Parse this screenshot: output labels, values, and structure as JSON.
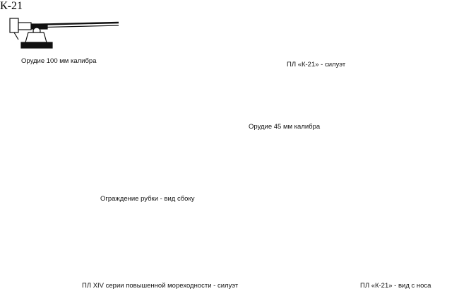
{
  "captions": {
    "gun_100": "Орудие 100 мм калибра",
    "k21_silhouette": "ПЛ «К-21» - силуэт",
    "gun_45": "Орудие 45 мм калибра",
    "conning_tower_side": "Ограждение рубки - вид сбоку",
    "xiv_silhouette": "ПЛ XIV серии повышенной мореходности - силуэт",
    "k21_bow_view": "ПЛ «К-21» - вид с носа"
  },
  "flag_text": "К-21",
  "colors": {
    "ink": "#111111",
    "paper": "#ffffff"
  }
}
